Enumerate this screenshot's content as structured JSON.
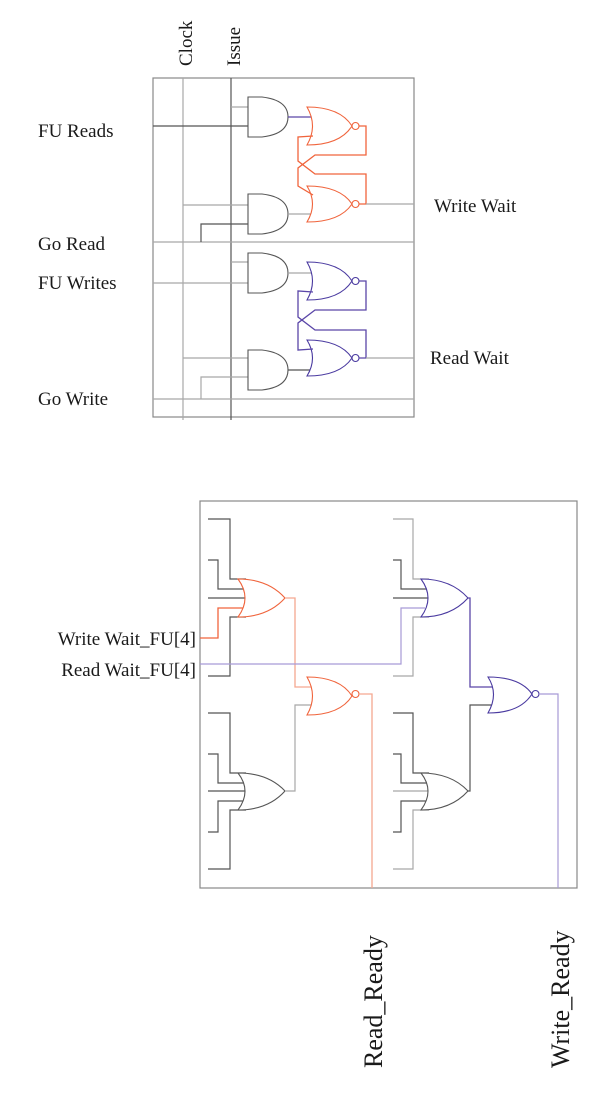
{
  "diagram": {
    "title": "Scoreboard Read/Write wait logic",
    "colors": {
      "red_net": "#f0643c",
      "blue_net": "#5a46a8",
      "wire": "#555555",
      "text": "#1a1a1a"
    },
    "top_circuit": {
      "column_labels": {
        "clock": "Clock",
        "issue": "Issue"
      },
      "input_labels": {
        "fu_reads": "FU Reads",
        "go_read": "Go Read",
        "fu_writes": "FU Writes",
        "go_write": "Go Write"
      },
      "output_labels": {
        "write_wait": "Write Wait",
        "read_wait": "Read Wait"
      },
      "gates": [
        {
          "id": "and-1",
          "type": "AND"
        },
        {
          "id": "and-2",
          "type": "AND"
        },
        {
          "id": "and-3",
          "type": "AND"
        },
        {
          "id": "and-4",
          "type": "AND"
        },
        {
          "id": "nor-latch-write-top",
          "type": "NOR",
          "net": "red"
        },
        {
          "id": "nor-latch-write-bottom",
          "type": "NOR",
          "net": "red"
        },
        {
          "id": "nor-latch-read-top",
          "type": "NOR",
          "net": "blue"
        },
        {
          "id": "nor-latch-read-bottom",
          "type": "NOR",
          "net": "blue"
        }
      ]
    },
    "bottom_circuit": {
      "input_labels": {
        "write_wait_fu": "Write Wait_FU[4]",
        "read_wait_fu": "Read Wait_FU[4]"
      },
      "output_labels": {
        "read_ready": "Read_Ready",
        "write_ready": "Write_Ready"
      },
      "gates": [
        {
          "id": "or-read-top",
          "type": "OR",
          "net": "red"
        },
        {
          "id": "or-read-bottom",
          "type": "OR"
        },
        {
          "id": "nor-read-ready",
          "type": "NOR",
          "net": "red"
        },
        {
          "id": "or-write-top",
          "type": "OR",
          "net": "blue"
        },
        {
          "id": "or-write-bottom",
          "type": "OR"
        },
        {
          "id": "nor-write-ready",
          "type": "NOR",
          "net": "blue"
        }
      ]
    }
  }
}
